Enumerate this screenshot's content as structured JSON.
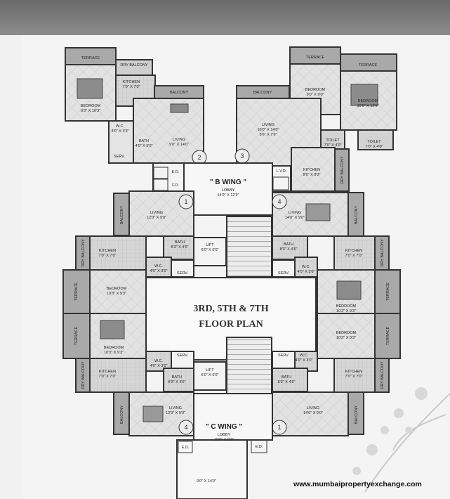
{
  "title_line1": "3RD, 5TH & 7TH",
  "title_line2": "FLOOR PLAN",
  "website": "www.mumbaipropertyexchange.com",
  "b_wing": {
    "name": "\" B WING \"",
    "lobby": "LOBBY",
    "lobby_dim": "14'9\" X 12'3\""
  },
  "c_wing": {
    "name": "\" C WING \"",
    "lobby": "LOBBY",
    "lobby_dim": "10'9\" X 9'3\""
  },
  "lift": "LIFT",
  "lift_dim": "6'0\" X 6'0\"",
  "entrance_dim": "9'0\" X 14'0\"",
  "ed": "E.D.",
  "fd": "F.D.",
  "lvd": "L.V.D.",
  "flat_numbers": [
    "1",
    "2",
    "3",
    "4"
  ],
  "rooms": {
    "terrace": "TERRACE",
    "dry_balcony": "DRY BALCONY",
    "balcony": "BALCONY",
    "kitchen": "KITCHEN",
    "bedroom": "BEDROOM",
    "living": "LIVING",
    "bath": "BATH",
    "wc": "W.C.",
    "toilet": "TOILET",
    "serv": "SERV."
  },
  "dims": {
    "b2_kitchen": "7'0\" X 7'0\"",
    "b2_bedroom": "9'3\" X 10'3\"",
    "b2_living": "9'0\" X 14'0\"",
    "b2_bath": "4'0\" X 5'0\"",
    "b2_wc": "3'0\" X 3'3\"",
    "b3_bedroom1": "9'0\" X 9'0\"",
    "b3_bedroom2": "10'0\" X 12'6\"",
    "b3_living": "10'0\" X 14'0\"",
    "b3_living2": "5'6\" X 7'6\"",
    "b3_toilet1": "7'0\" X 4'0\"",
    "b3_toilet2": "7'0\" X 4'0\"",
    "b3_kitchen": "8'0\" X 8'3\"",
    "l1_living": "12'0\" X 9'0\"",
    "l1_bath": "8'3\" X 4'6\"",
    "l1_kitchen": "7'0\" X 7'0\"",
    "l1_wc": "4'0\" X 3'0\"",
    "l1_bedroom": "10'3\" X 9'3\"",
    "r4_living": "14'0\" X 9'0\"",
    "r4_bath": "8'3\" X 4'6\"",
    "r4_kitchen": "7'0\" X 7'0\"",
    "r4_wc": "4'0\" X 3'0\"",
    "r4_bedroom": "10'3\" X 9'3\"",
    "l4_bedroom": "10'3\" X 9'3\"",
    "l4_kitchen": "7'0\" X 7'0\"",
    "l4_wc": "4'0\" X 3'0\"",
    "l4_bath": "8'3\" X 4'6\"",
    "l4_living": "12'0\" X 9'0\"",
    "r1_bedroom": "10'3\" X 9'3\"",
    "r1_kitchen": "7'0\" X 7'0\"",
    "r1_wc": "4'0\" X 3'0\"",
    "r1_bath": "8'3\" X 4'6\"",
    "r1_living": "14'0\" X 9'0\""
  }
}
